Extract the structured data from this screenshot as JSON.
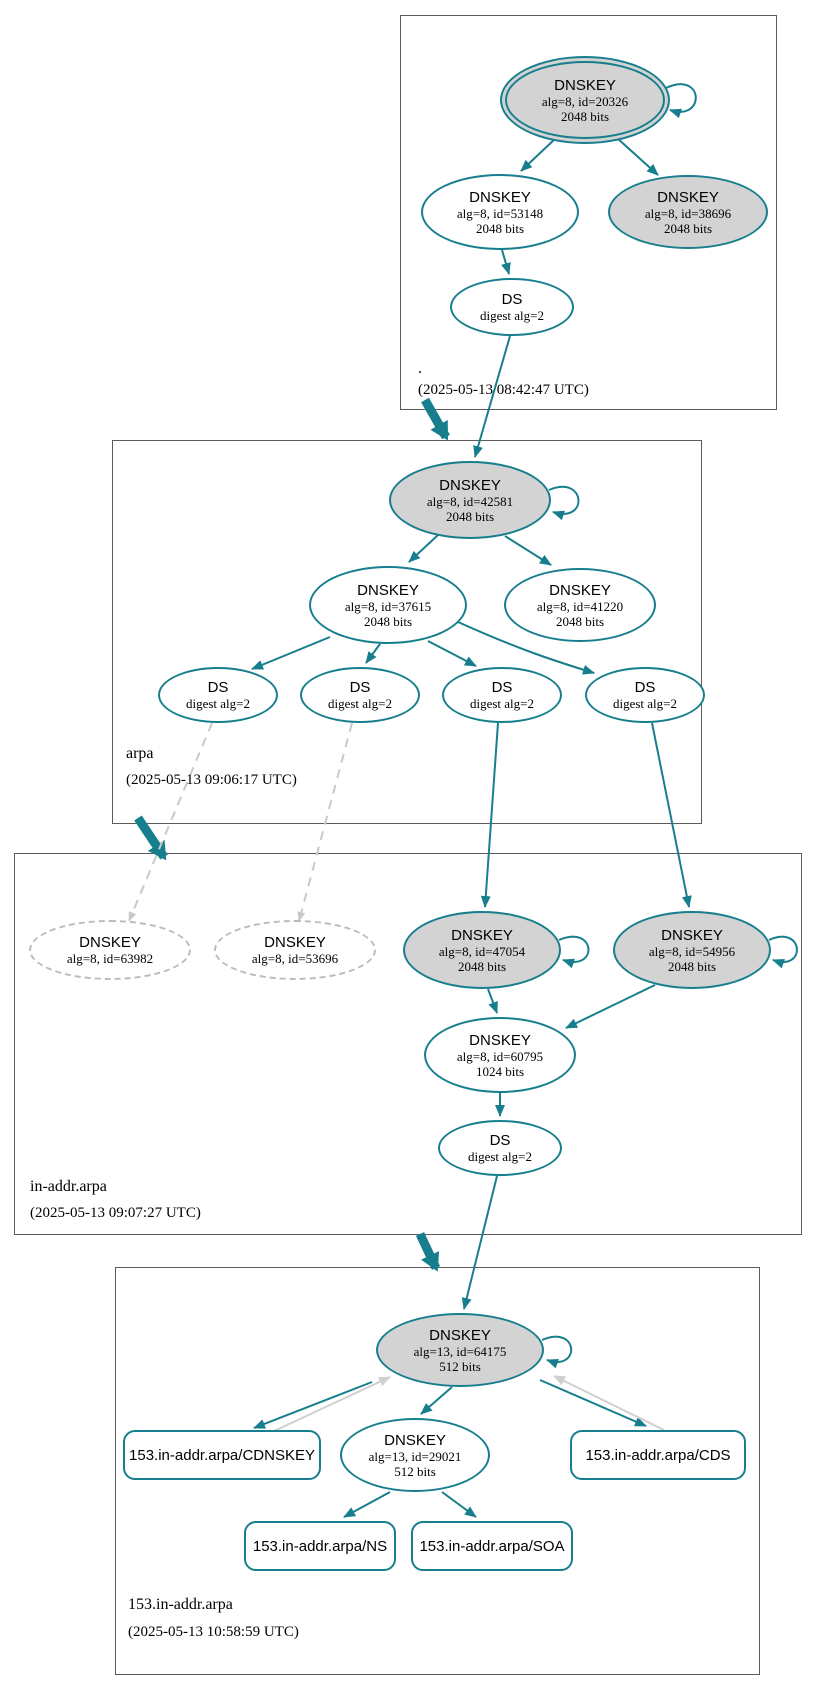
{
  "colors": {
    "teal": "#177e8e",
    "node_fill_gray": "#d3d3d3",
    "dashed_node_border": "#bcbcbc",
    "gray_edge": "#d0d0d0",
    "zone_box_border": "#5b5b5b"
  },
  "zones": [
    {
      "label": ".",
      "timestamp": "(2025-05-13 08:42:47 UTC)"
    },
    {
      "label": "arpa",
      "timestamp": "(2025-05-13 09:06:17 UTC)"
    },
    {
      "label": "in-addr.arpa",
      "timestamp": "(2025-05-13 09:07:27 UTC)"
    },
    {
      "label": "153.in-addr.arpa",
      "timestamp": "(2025-05-13 10:58:59 UTC)"
    }
  ],
  "nodes": {
    "key20326": {
      "title": "DNSKEY",
      "alg": "alg=8, id=20326",
      "bits": "2048 bits"
    },
    "key53148": {
      "title": "DNSKEY",
      "alg": "alg=8, id=53148",
      "bits": "2048 bits"
    },
    "key38696": {
      "title": "DNSKEY",
      "alg": "alg=8, id=38696",
      "bits": "2048 bits"
    },
    "ds_root": {
      "title": "DS",
      "digest": "digest alg=2"
    },
    "key42581": {
      "title": "DNSKEY",
      "alg": "alg=8, id=42581",
      "bits": "2048 bits"
    },
    "key37615": {
      "title": "DNSKEY",
      "alg": "alg=8, id=37615",
      "bits": "2048 bits"
    },
    "key41220": {
      "title": "DNSKEY",
      "alg": "alg=8, id=41220",
      "bits": "2048 bits"
    },
    "ds_arpa_1": {
      "title": "DS",
      "digest": "digest alg=2"
    },
    "ds_arpa_2": {
      "title": "DS",
      "digest": "digest alg=2"
    },
    "ds_arpa_3": {
      "title": "DS",
      "digest": "digest alg=2"
    },
    "ds_arpa_4": {
      "title": "DS",
      "digest": "digest alg=2"
    },
    "key63982": {
      "title": "DNSKEY",
      "alg": "alg=8, id=63982"
    },
    "key53696": {
      "title": "DNSKEY",
      "alg": "alg=8, id=53696"
    },
    "key47054": {
      "title": "DNSKEY",
      "alg": "alg=8, id=47054",
      "bits": "2048 bits"
    },
    "key54956": {
      "title": "DNSKEY",
      "alg": "alg=8, id=54956",
      "bits": "2048 bits"
    },
    "key60795": {
      "title": "DNSKEY",
      "alg": "alg=8, id=60795",
      "bits": "1024 bits"
    },
    "ds_inaddr": {
      "title": "DS",
      "digest": "digest alg=2"
    },
    "key64175": {
      "title": "DNSKEY",
      "alg": "alg=13, id=64175",
      "bits": "512 bits"
    },
    "key29021": {
      "title": "DNSKEY",
      "alg": "alg=13, id=29021",
      "bits": "512 bits"
    },
    "rr_cdnskey": {
      "label": "153.in-addr.arpa/CDNSKEY"
    },
    "rr_cds": {
      "label": "153.in-addr.arpa/CDS"
    },
    "rr_ns": {
      "label": "153.in-addr.arpa/NS"
    },
    "rr_soa": {
      "label": "153.in-addr.arpa/SOA"
    }
  }
}
